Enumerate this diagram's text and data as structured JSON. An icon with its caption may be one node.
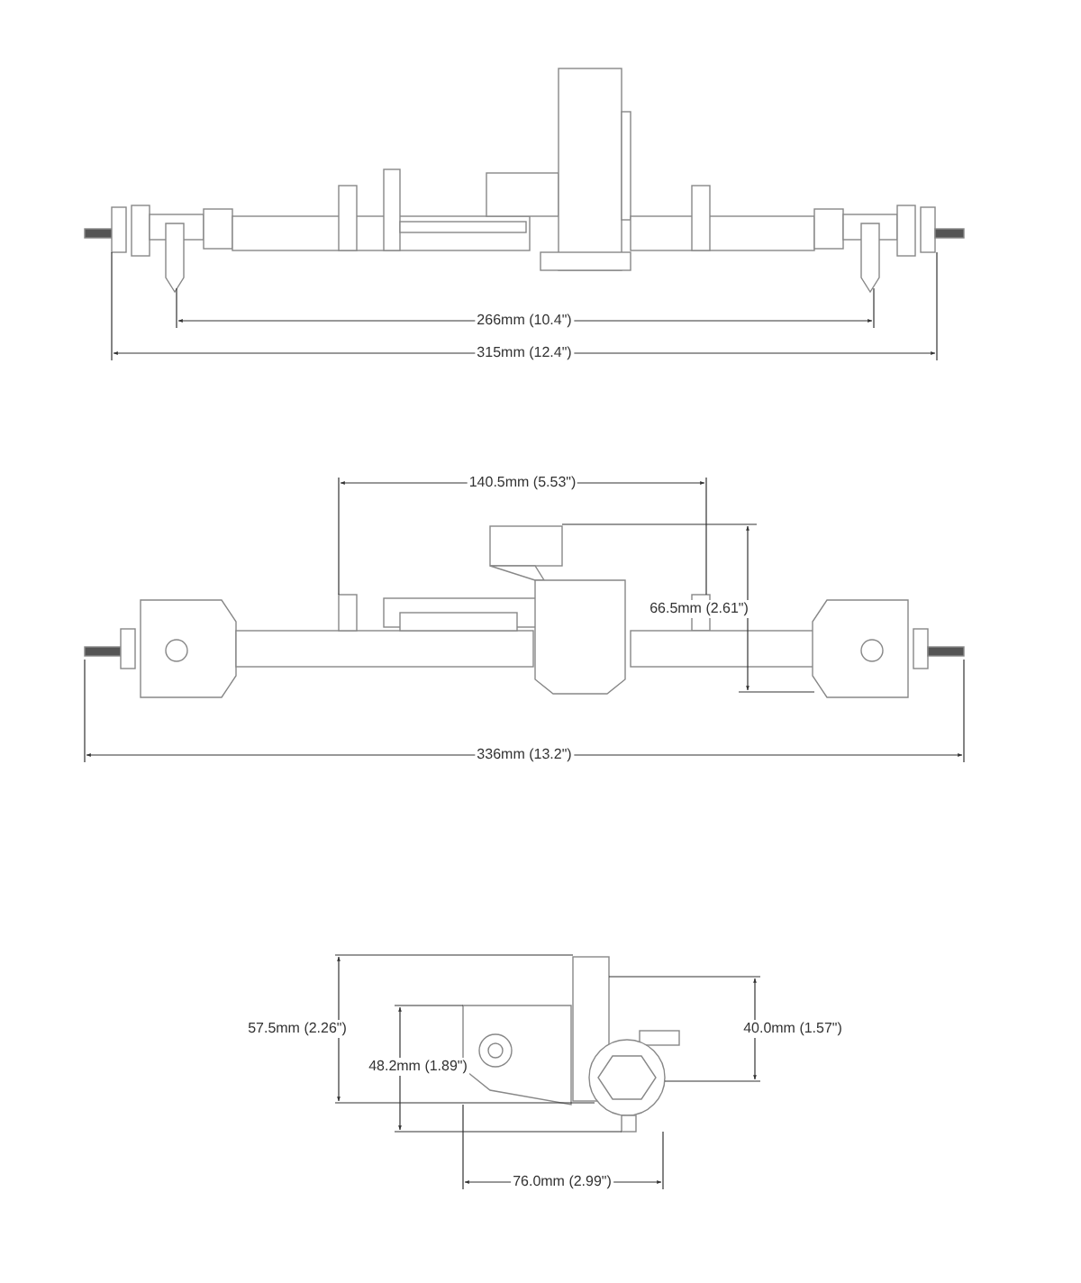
{
  "diagram": {
    "labels": [
      "266mm (10.4\")",
      "315mm (12.4\")",
      "140.5mm (5.53\")",
      "66.5mm (2.61\")",
      "336mm (13.2\")",
      "57.5mm (2.26\")",
      "40.0mm (1.57\")",
      "48.2mm (1.89\")",
      "76.0mm (2.99\")"
    ]
  }
}
